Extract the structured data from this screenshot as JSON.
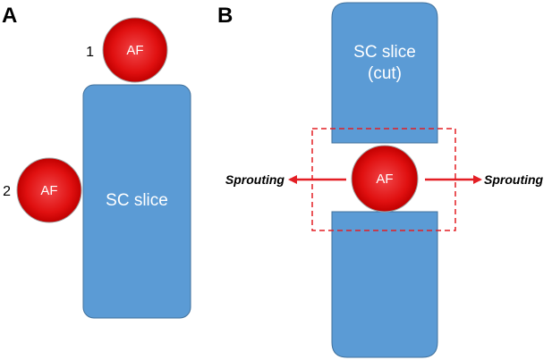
{
  "panel_a": {
    "letter": "A",
    "slice_label": "SC slice",
    "af_top": {
      "number": "1",
      "label": "AF"
    },
    "af_left": {
      "number": "2",
      "label": "AF"
    }
  },
  "panel_b": {
    "letter": "B",
    "slice_top_label_line1": "SC slice",
    "slice_top_label_line2": "(cut)",
    "af_center": {
      "label": "AF"
    },
    "sprout_left": "Sprouting",
    "sprout_right": "Sprouting"
  },
  "colors": {
    "slice_fill": "#5b9bd5",
    "slice_stroke": "#41719c",
    "af_center": "#f1474a",
    "af_edge": "#c00000",
    "arrow": "#e31e24",
    "dashed_box": "#e31e24"
  }
}
